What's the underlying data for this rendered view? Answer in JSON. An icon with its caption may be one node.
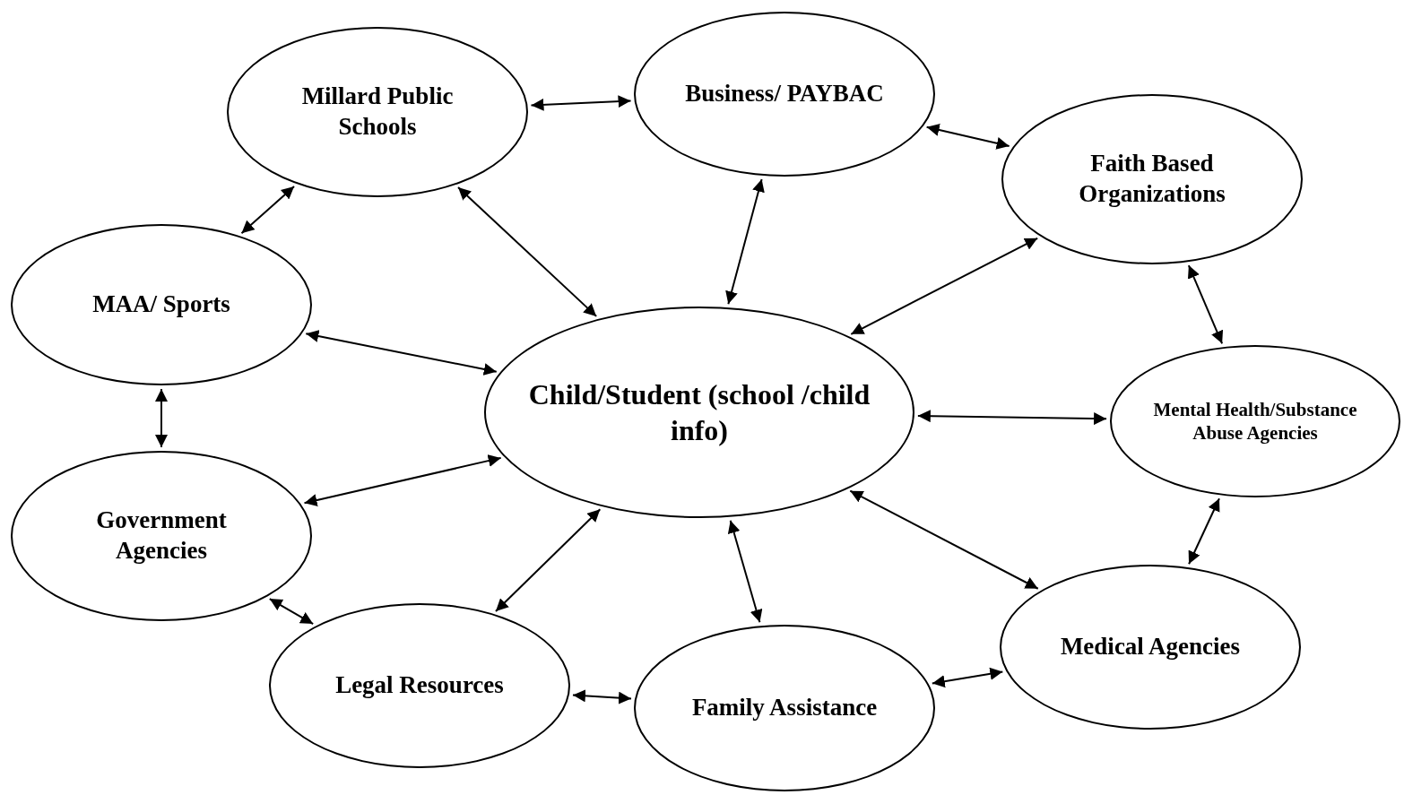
{
  "diagram": {
    "nodes": [
      {
        "text": [
          "Millard Public Schools"
        ]
      },
      {
        "text": [
          "Business/ PAYBAC"
        ]
      },
      {
        "text": [
          "Faith Based Organizations"
        ]
      },
      {
        "text": [
          "MAA/ Sports"
        ]
      },
      {
        "text": [
          "Child/Student (school /child info)"
        ]
      },
      {
        "text": [
          "Mental Health/Substance Abuse Agencies"
        ]
      },
      {
        "text": [
          "Government Agencies"
        ]
      },
      {
        "text": [
          "Legal Resources"
        ]
      },
      {
        "text": [
          "Family Assistance"
        ]
      },
      {
        "text": [
          "Medical Agencies"
        ]
      }
    ],
    "edges": [
      {
        "from": 0,
        "to": 1,
        "arrow": "both"
      },
      {
        "from": 1,
        "to": 2,
        "arrow": "both"
      },
      {
        "from": 0,
        "to": 3,
        "arrow": "both"
      },
      {
        "from": 0,
        "to": 4,
        "arrow": "both"
      },
      {
        "from": 1,
        "to": 4,
        "arrow": "both"
      },
      {
        "from": 2,
        "to": 4,
        "arrow": "both"
      },
      {
        "from": 2,
        "to": 5,
        "arrow": "both"
      },
      {
        "from": 3,
        "to": 4,
        "arrow": "both"
      },
      {
        "from": 3,
        "to": 6,
        "arrow": "both"
      },
      {
        "from": 4,
        "to": 5,
        "arrow": "both"
      },
      {
        "from": 6,
        "to": 4,
        "arrow": "both"
      },
      {
        "from": 4,
        "to": 9,
        "arrow": "both"
      },
      {
        "from": 5,
        "to": 9,
        "arrow": "both"
      },
      {
        "from": 7,
        "to": 4,
        "arrow": "both"
      },
      {
        "from": 4,
        "to": 8,
        "arrow": "both"
      },
      {
        "from": 6,
        "to": 7,
        "arrow": "both"
      },
      {
        "from": 7,
        "to": 8,
        "arrow": "both"
      },
      {
        "from": 8,
        "to": 9,
        "arrow": "both"
      }
    ]
  }
}
